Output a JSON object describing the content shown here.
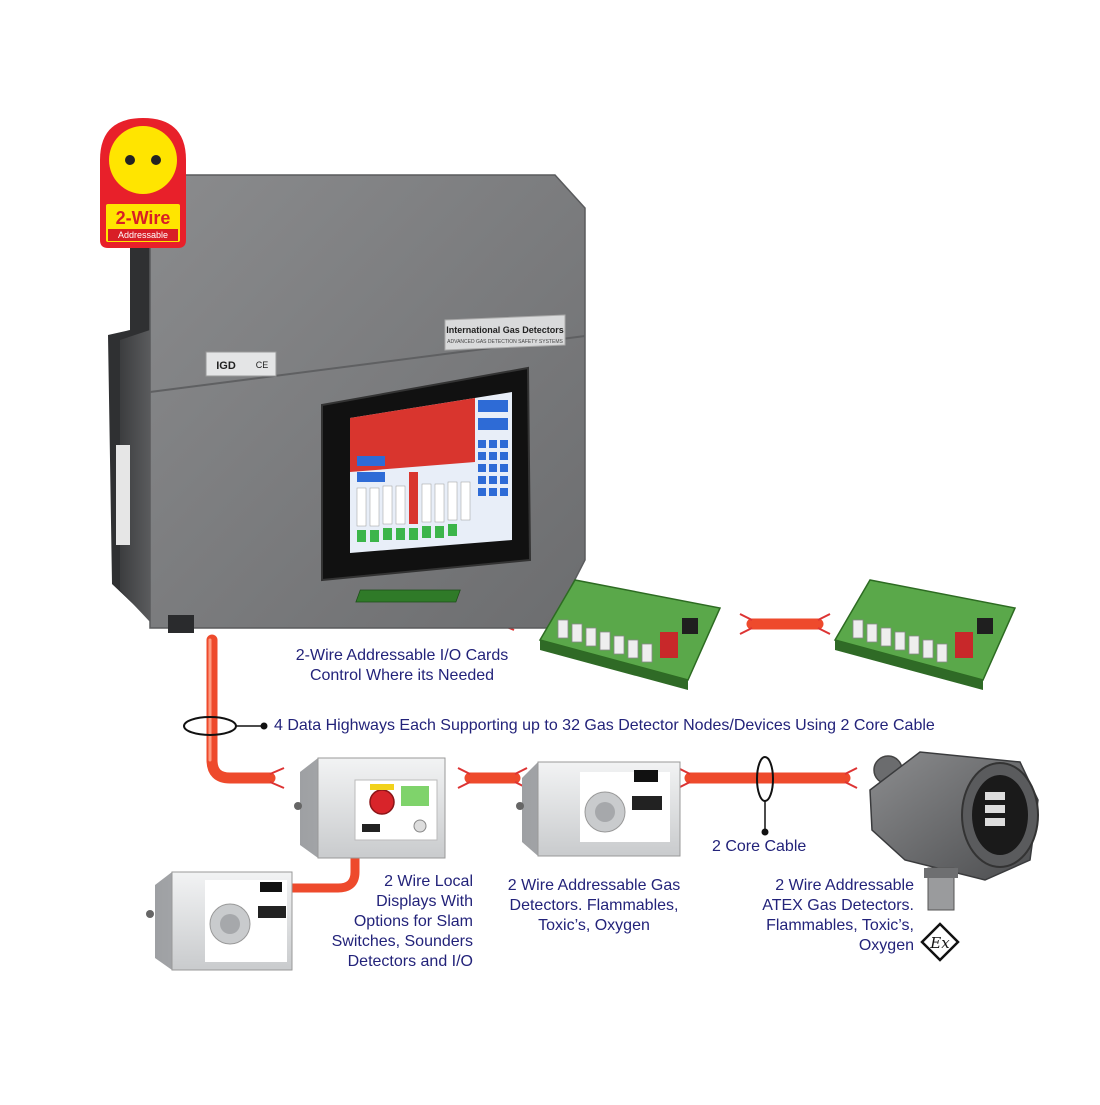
{
  "badge": {
    "title": "2-Wire",
    "subtitle": "Addressable"
  },
  "panel": {
    "brand": "International Gas Detectors",
    "tagline": "ADVANCED GAS DETECTION SAFETY SYSTEMS",
    "logo": "IGD",
    "mark": "CE"
  },
  "labels": {
    "io_cards": [
      "2-Wire Addressable I/O Cards",
      "Control Where its Needed"
    ],
    "highways": "4 Data Highways Each Supporting up to 32 Gas Detector Nodes/Devices Using 2 Core Cable",
    "core_cable": "2 Core Cable",
    "local_displays": [
      "2 Wire Local",
      "Displays With",
      "Options for Slam",
      "Switches, Sounders",
      "Detectors and I/O"
    ],
    "gas_detectors": [
      "2 Wire Addressable Gas",
      "Detectors. Flammables,",
      "Toxic’s, Oxygen"
    ],
    "atex_detectors": [
      "2 Wire Addressable",
      "ATEX Gas Detectors.",
      "Flammables, Toxic’s,",
      "Oxygen"
    ],
    "ex_symbol": "Ex"
  },
  "colors": {
    "cable": "#ee4a2c",
    "cable_highlight": "#ff8a6a",
    "label_text": "#23237a",
    "badge_red": "#e8202a",
    "badge_yellow": "#ffe500",
    "panel_grey": "#7a7b7d",
    "pcb_green": "#4fae3c"
  }
}
